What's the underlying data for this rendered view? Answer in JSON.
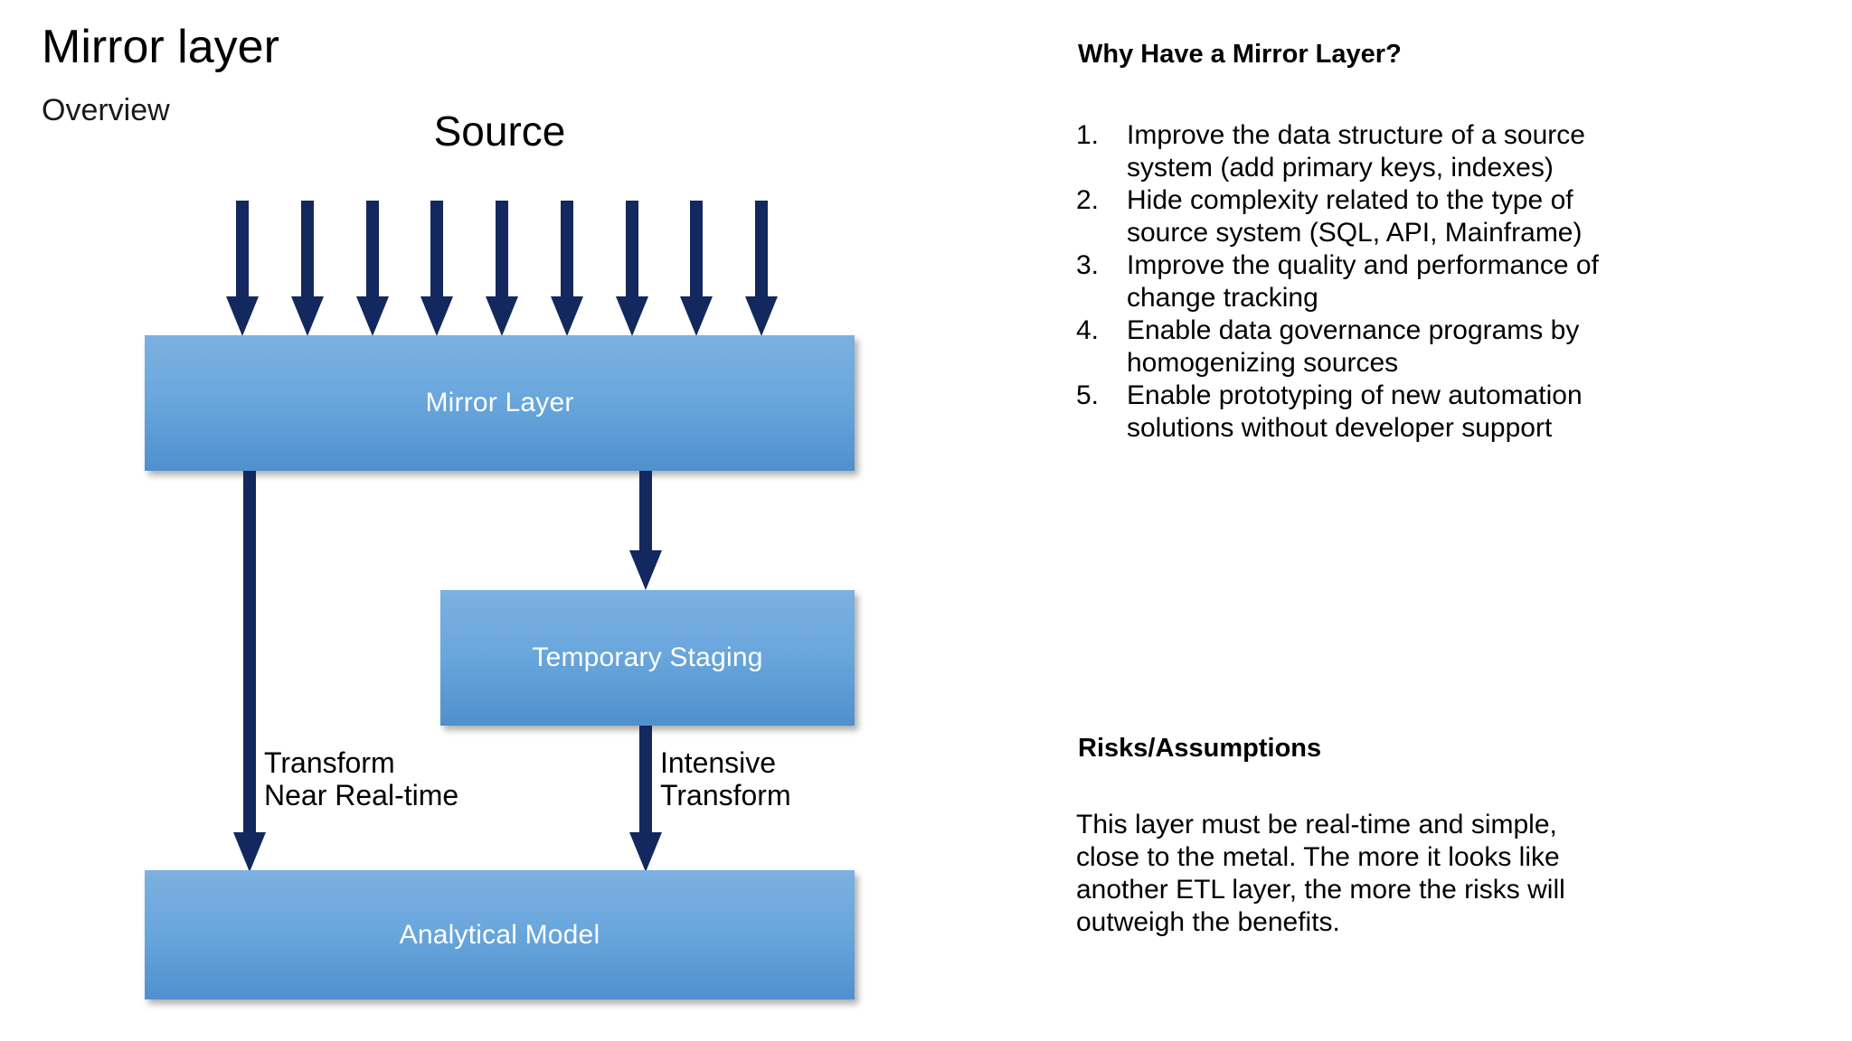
{
  "slide": {
    "title": "Mirror layer",
    "subtitle": "Overview"
  },
  "diagram": {
    "source_label": "Source",
    "source_arrow_count": 9,
    "boxes": [
      {
        "id": "mirror-layer",
        "label": "Mirror Layer"
      },
      {
        "id": "temporary-staging",
        "label": "Temporary Staging"
      },
      {
        "id": "analytical-model",
        "label": "Analytical Model"
      }
    ],
    "edge_labels": {
      "left": "Transform\nNear Real-time",
      "right": "Intensive\nTransform"
    },
    "colors": {
      "arrow": "#12285e",
      "box_top": "#7cb0e0",
      "box_bottom": "#4f90cd",
      "box_text": "#ffffff"
    }
  },
  "right_panel": {
    "why_heading": "Why Have a Mirror Layer?",
    "why_items": [
      {
        "num": "1.",
        "text": "Improve the data structure of a source system (add primary keys, indexes)"
      },
      {
        "num": "2.",
        "text": "Hide complexity related to the type of source system (SQL, API, Mainframe)"
      },
      {
        "num": "3.",
        "text": "Improve the quality and performance of change tracking"
      },
      {
        "num": "4.",
        "text": "Enable data governance programs by homogenizing sources"
      },
      {
        "num": "5.",
        "text": "Enable prototyping of new automation solutions without developer support"
      }
    ],
    "risks_heading": "Risks/Assumptions",
    "risks_body": "This layer must be real-time and simple, close to the metal. The more it looks like another ETL layer, the more the risks will outweigh the benefits."
  }
}
